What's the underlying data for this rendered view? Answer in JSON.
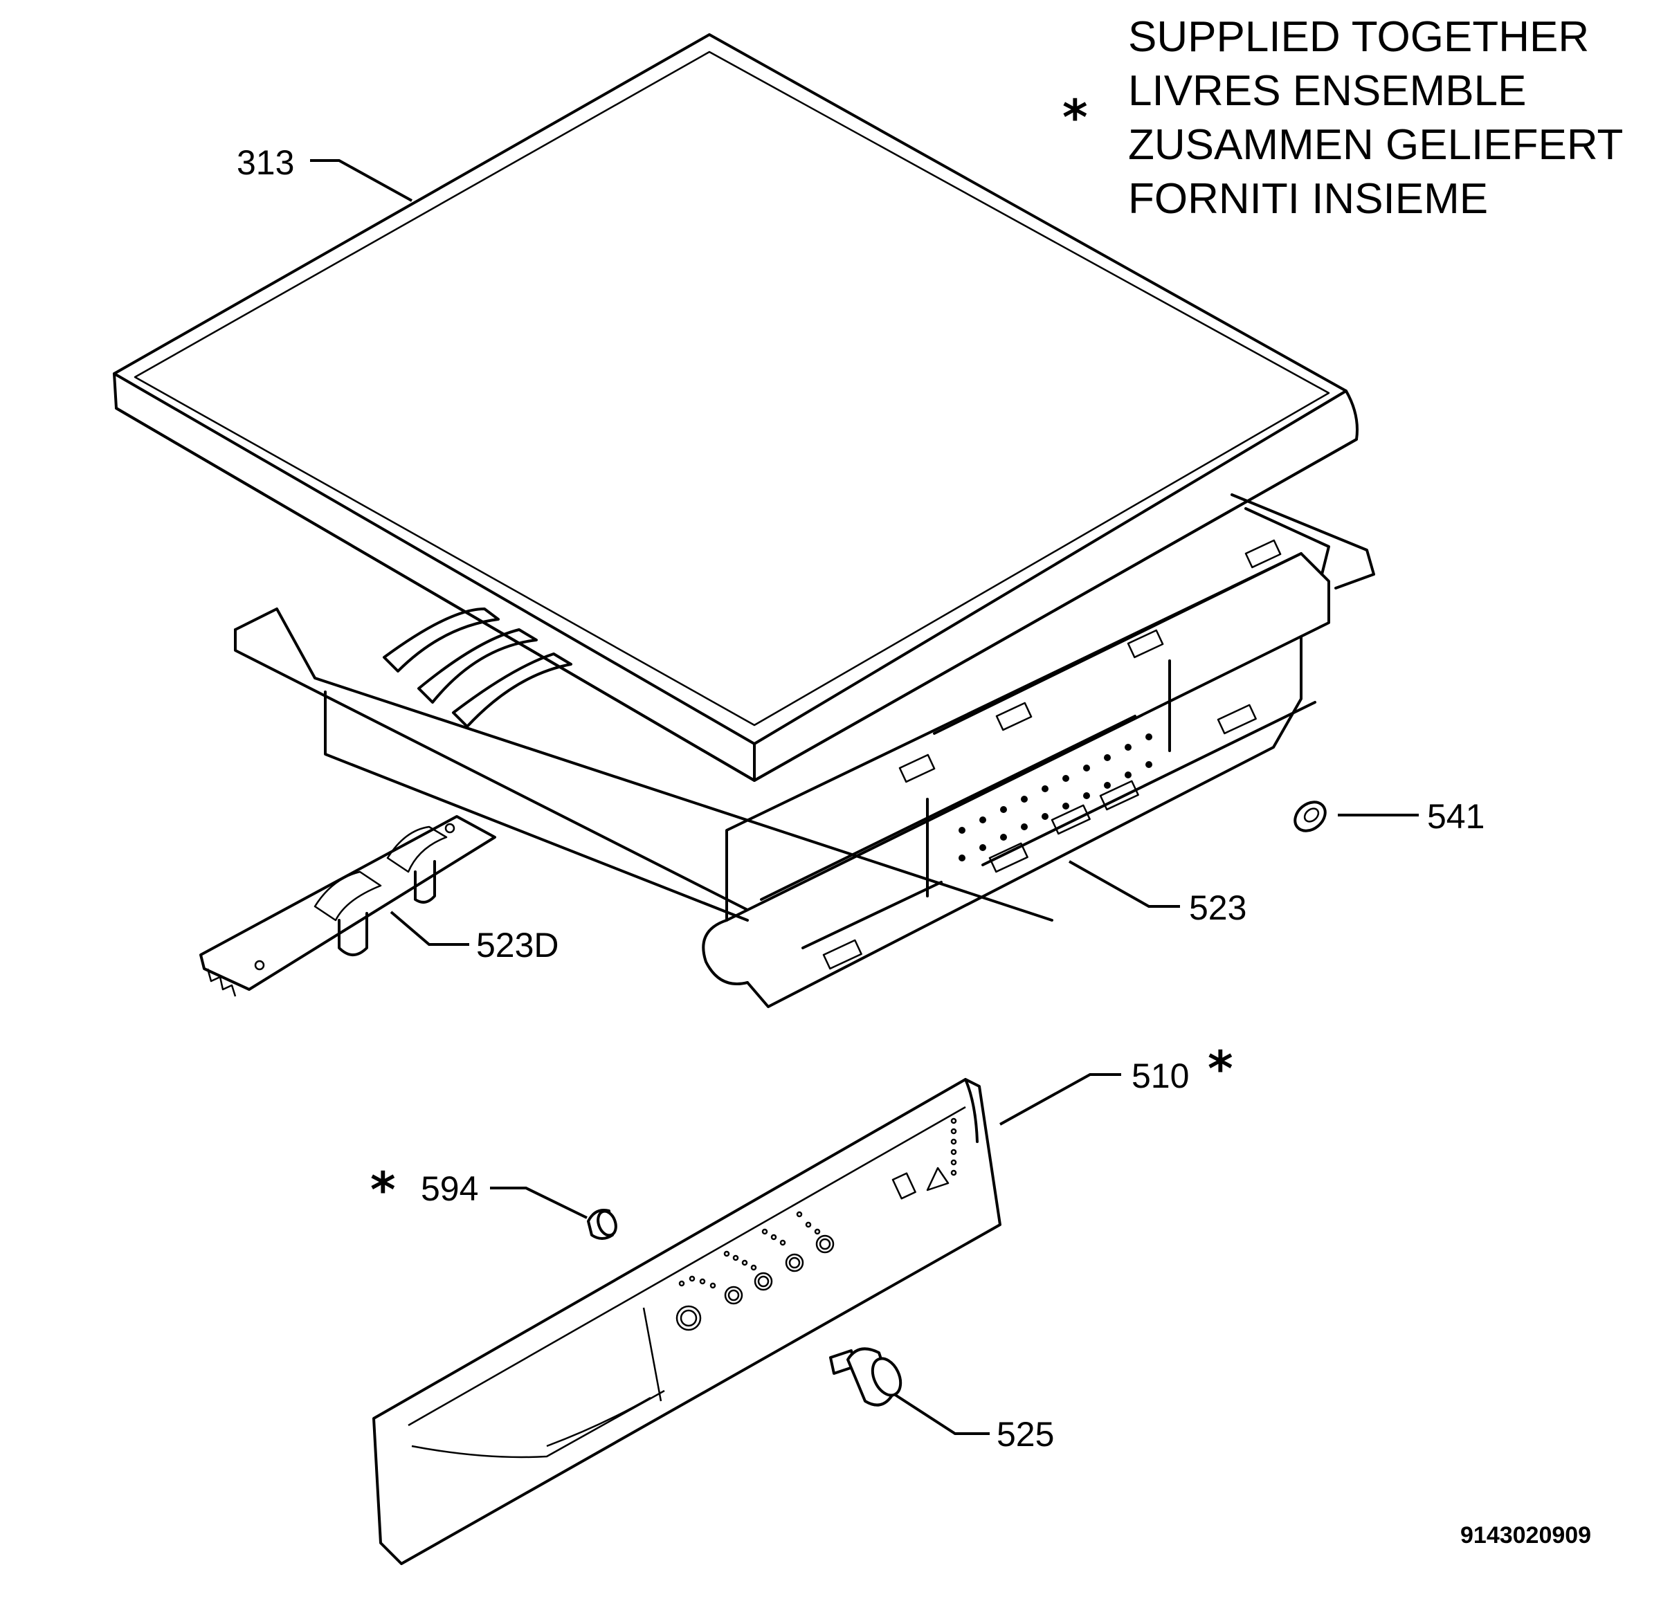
{
  "legend": {
    "symbol": "*",
    "lines": [
      "SUPPLIED TOGETHER",
      "LIVRES ENSEMBLE",
      "ZUSAMMEN GELIEFERT",
      "FORNITI INSIEME"
    ]
  },
  "parts": [
    {
      "id": "313",
      "label": "313",
      "starred": false
    },
    {
      "id": "541",
      "label": "541",
      "starred": false
    },
    {
      "id": "523",
      "label": "523",
      "starred": false
    },
    {
      "id": "523D",
      "label": "523D",
      "starred": false
    },
    {
      "id": "510",
      "label": "510",
      "starred": true
    },
    {
      "id": "594",
      "label": "594",
      "starred": true
    },
    {
      "id": "525",
      "label": "525",
      "starred": false
    }
  ],
  "star_symbol": "*",
  "document_number": "9143020909"
}
